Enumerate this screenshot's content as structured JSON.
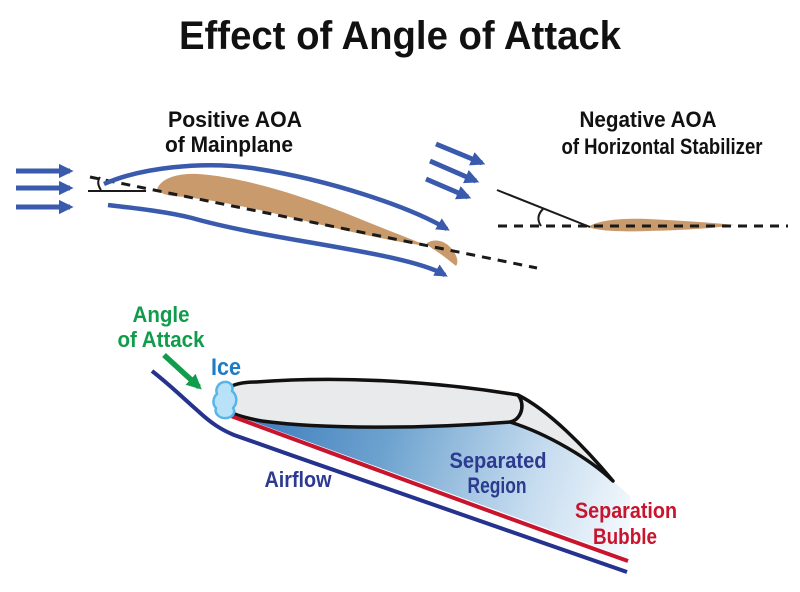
{
  "title": "Effect of Angle of Attack",
  "panels": {
    "mainplane": {
      "label_line1": "Positive AOA",
      "label_line2": "of Mainplane"
    },
    "stabilizer": {
      "label_line1": "Negative AOA",
      "label_line2": "of Horizontal Stabilizer"
    },
    "iced_airfoil": {
      "aoa_label_line1": "Angle",
      "aoa_label_line2": "of Attack",
      "ice_label": "Ice",
      "airflow_label": "Airflow",
      "separated_label_line1": "Separated",
      "separated_label_line2": "Region",
      "bubble_label_line1": "Separation",
      "bubble_label_line2": "Bubble"
    }
  },
  "colors": {
    "title_text": "#111111",
    "flow_arrow_blue": "#3a5aae",
    "airfoil_tan": "#c99a6c",
    "reference_line_black": "#1a1a1a",
    "aoa_green": "#119c4c",
    "ice_label_blue": "#1d7cc5",
    "ice_fill": "#b9e2f8",
    "ice_outline": "#55b6ea",
    "airflow_navy": "#26338e",
    "label_navy": "#2c3a90",
    "separation_red": "#c9142e",
    "airfoil_grey": "#e9eaec",
    "separated_region_blue": "#3e7cbd"
  }
}
